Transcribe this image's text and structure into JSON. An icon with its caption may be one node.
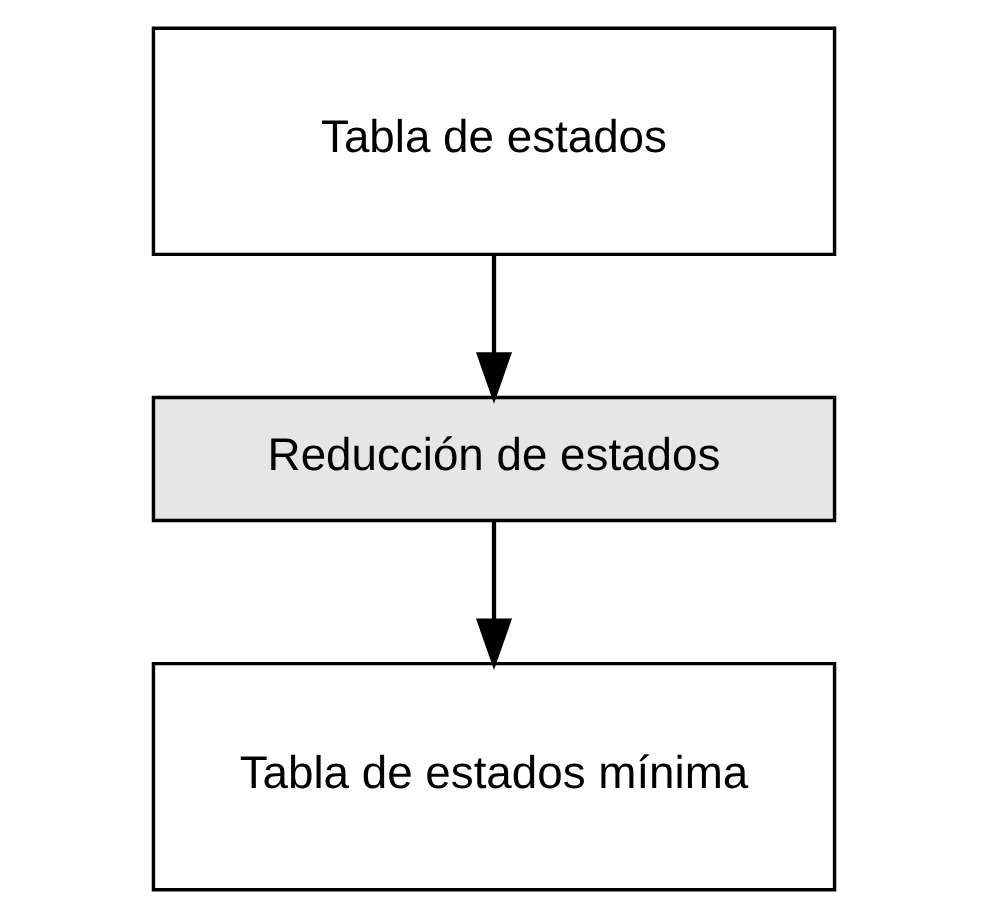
{
  "diagram": {
    "nodes": [
      {
        "text": [
          "Tabla de estados"
        ]
      },
      {
        "text": [
          "Reducción de estados"
        ]
      },
      {
        "text": [
          "Tabla de estados mínima"
        ]
      }
    ],
    "edges": [
      {
        "from": 0,
        "to": 1,
        "arrow": "to"
      },
      {
        "from": 1,
        "to": 2,
        "arrow": "to"
      }
    ]
  }
}
